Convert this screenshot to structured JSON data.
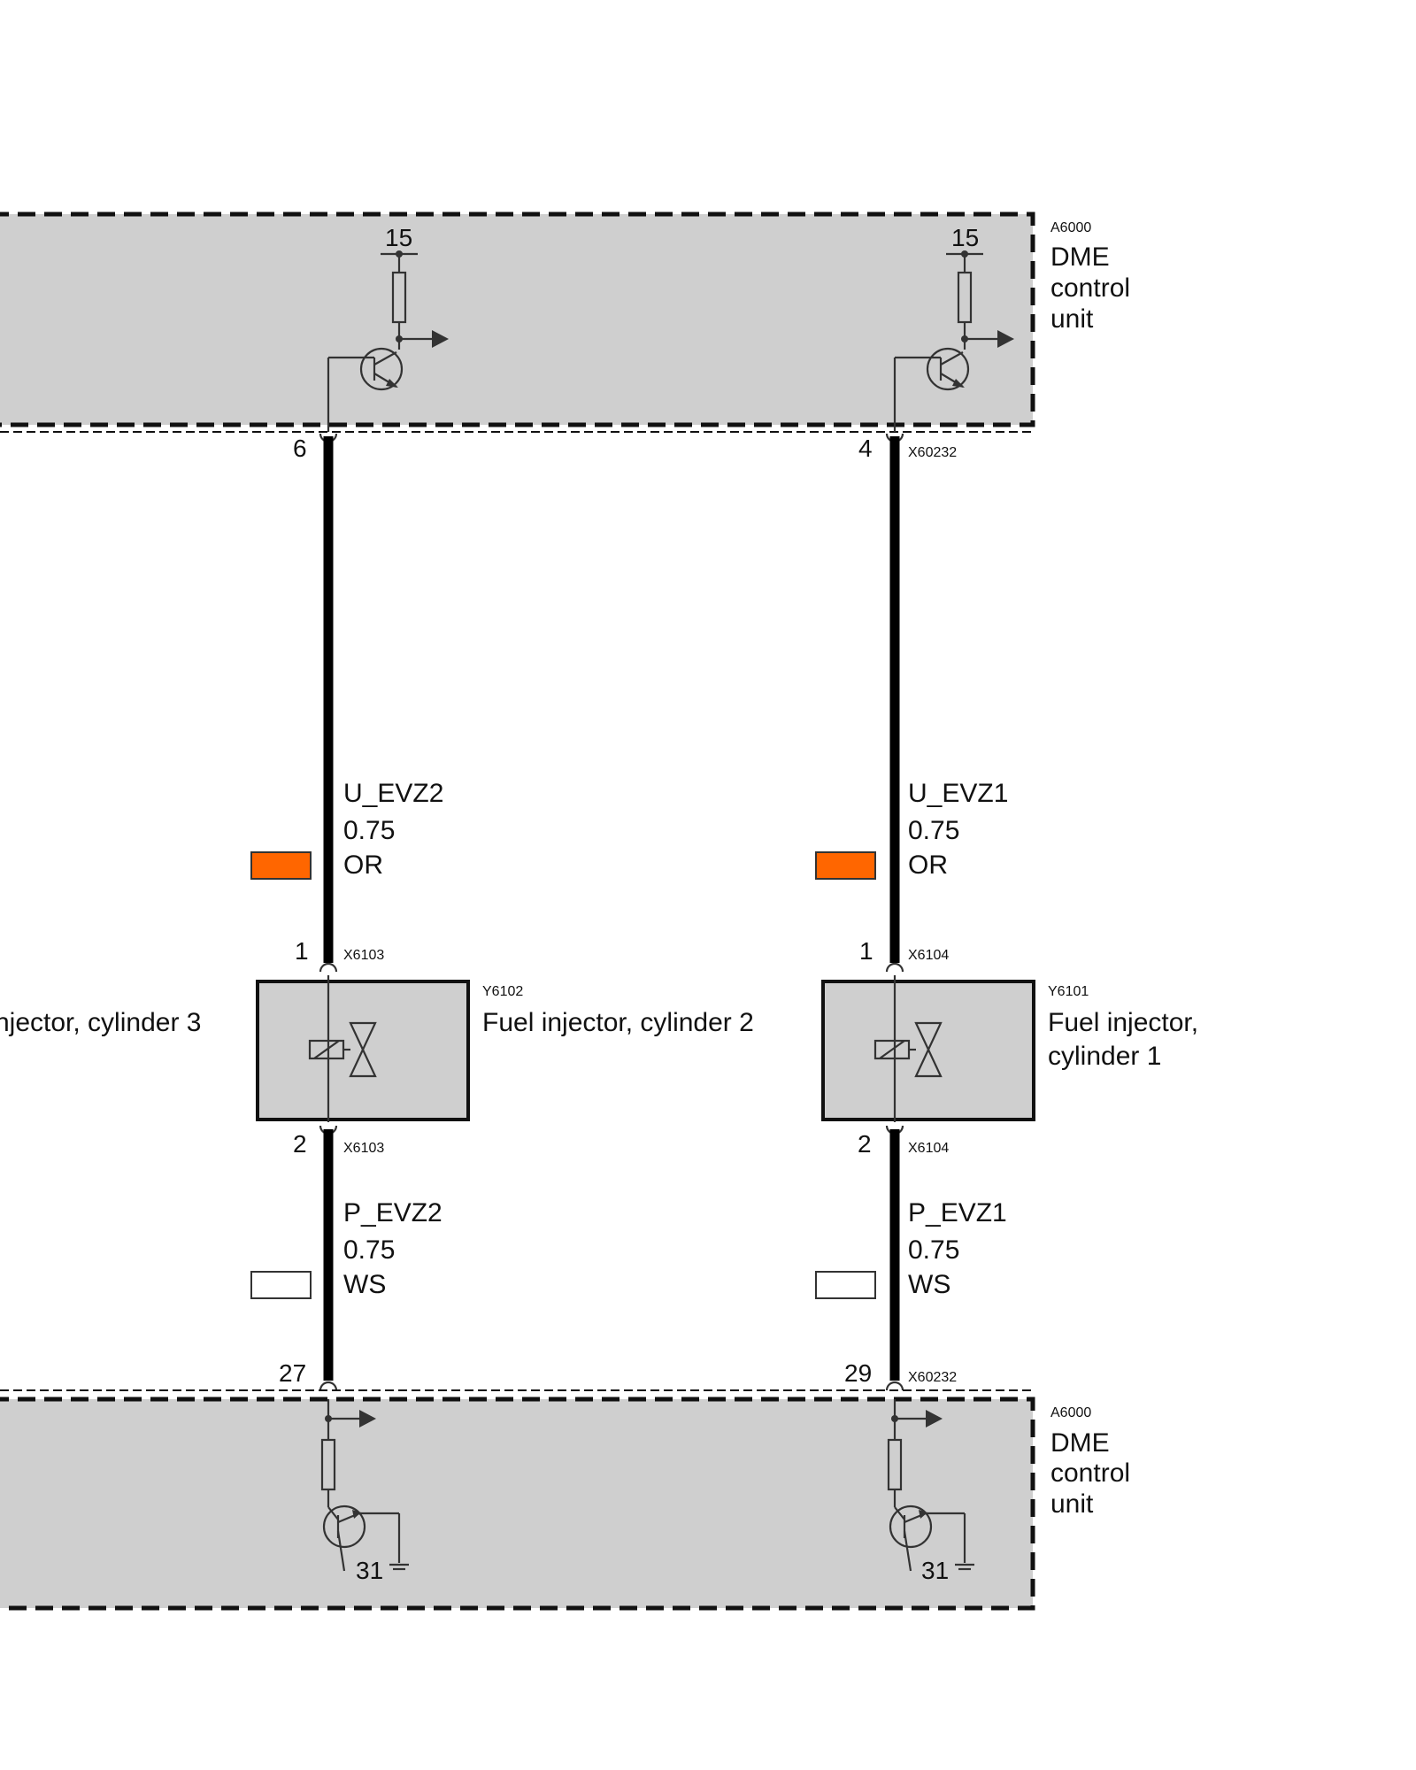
{
  "ecu_top": {
    "id": "A6000",
    "name_lines": [
      "DME",
      "control",
      "unit"
    ],
    "supply_left": "15",
    "supply_right": "15",
    "connector": "X60232",
    "pin_left": "6",
    "pin_right": "4"
  },
  "ecu_bottom": {
    "id": "A6000",
    "name_lines": [
      "DME",
      "control",
      "unit"
    ],
    "ground_left": "31",
    "ground_right": "31",
    "connector": "X60232",
    "pin_left": "27",
    "pin_right": "29"
  },
  "wires": {
    "left_upper": {
      "signal": "U_EVZ2",
      "gauge": "0.75",
      "color_code": "OR",
      "swatch": "#ff6600"
    },
    "right_upper": {
      "signal": "U_EVZ1",
      "gauge": "0.75",
      "color_code": "OR",
      "swatch": "#ff6600"
    },
    "left_lower": {
      "signal": "P_EVZ2",
      "gauge": "0.75",
      "color_code": "WS",
      "swatch": "#ffffff"
    },
    "right_lower": {
      "signal": "P_EVZ1",
      "gauge": "0.75",
      "color_code": "WS",
      "swatch": "#ffffff"
    }
  },
  "injectors": {
    "cyl2": {
      "id": "Y6102",
      "name": "Fuel injector, cylinder 2",
      "connector_top": "X6103",
      "connector_bottom": "X6103",
      "pin_top": "1",
      "pin_bottom": "2"
    },
    "cyl1": {
      "id": "Y6101",
      "name_lines": [
        "Fuel injector,",
        "cylinder 1"
      ],
      "connector_top": "X6104",
      "connector_bottom": "X6104",
      "pin_top": "1",
      "pin_bottom": "2"
    },
    "cyl3_partial": "njector, cylinder 3"
  }
}
